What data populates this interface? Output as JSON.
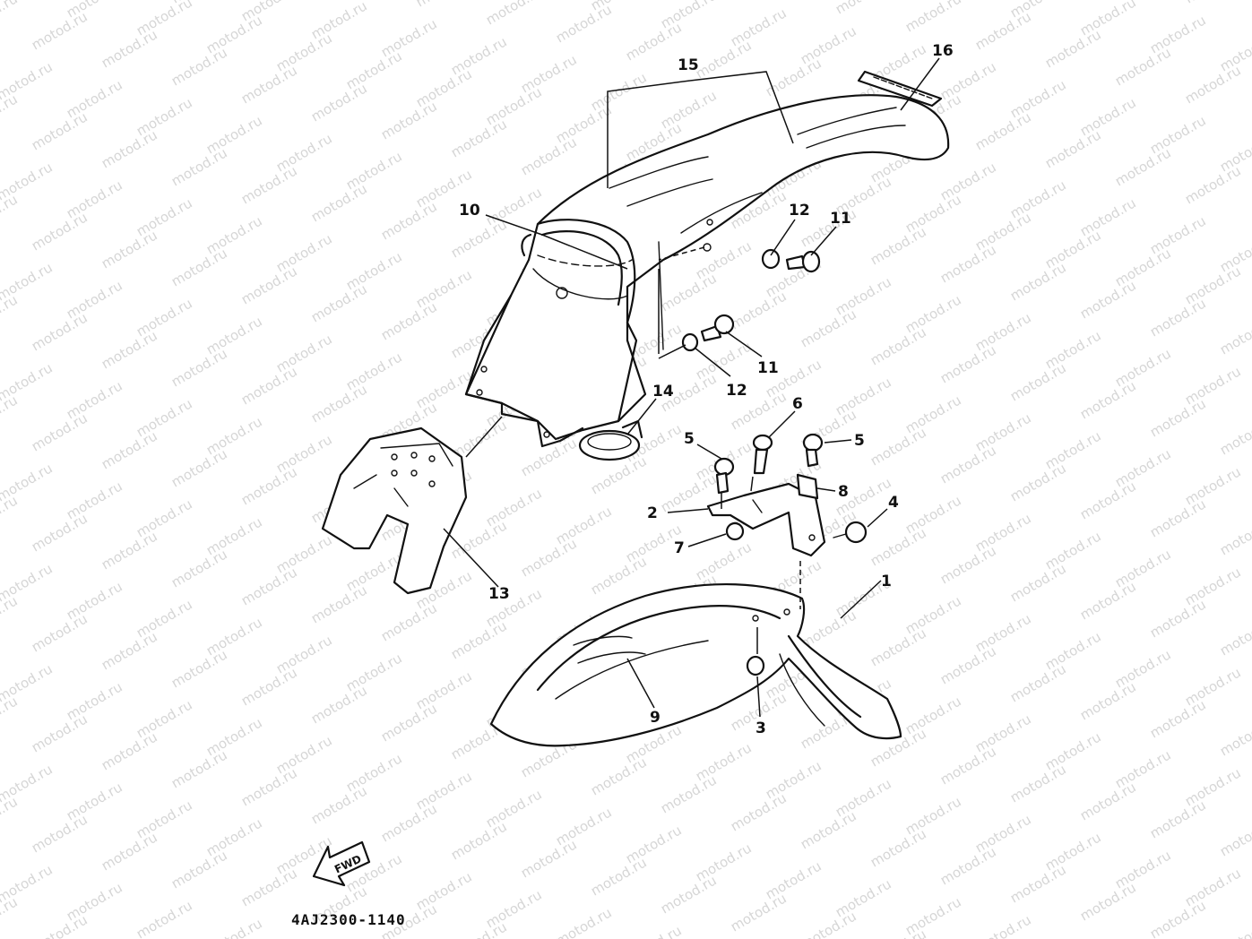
{
  "diagram": {
    "watermark": "motod.ru",
    "drawing_code": "4AJ2300-1140",
    "direction_label": "FWD",
    "callouts": {
      "c1": "1",
      "c2": "2",
      "c3": "3",
      "c4": "4",
      "c5a": "5",
      "c5b": "5",
      "c6": "6",
      "c7": "7",
      "c8": "8",
      "c9": "9",
      "c10": "10",
      "c11a": "11",
      "c11b": "11",
      "c12a": "12",
      "c12b": "12",
      "c13": "13",
      "c14": "14",
      "c15": "15",
      "c16": "16"
    }
  }
}
